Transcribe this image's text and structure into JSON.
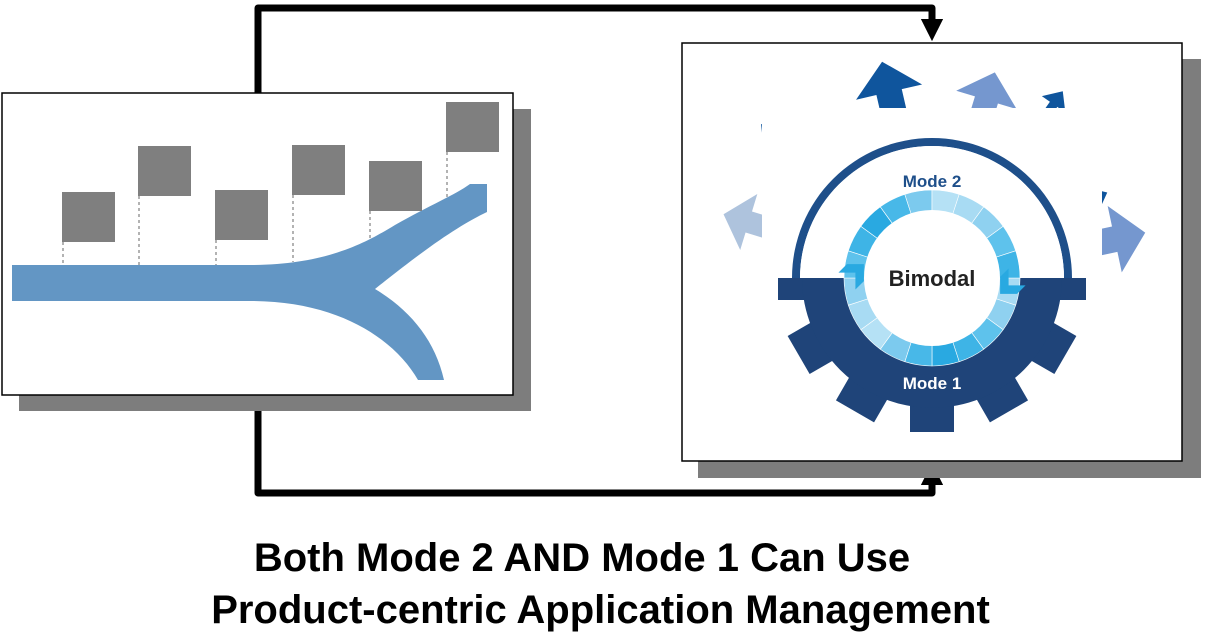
{
  "diagram": {
    "center_label": "Bimodal",
    "upper_label": "Mode 2",
    "lower_label": "Mode 1",
    "colors": {
      "road": "#6396c4",
      "flag": "#7f7f7f",
      "gear": "#1f4479",
      "mode2_ring": "#1e4f8a",
      "arrow_dark": "#0f559d",
      "arrow_mid": "#7597cf",
      "arrow_light": "#aec3dd",
      "ring_cyan": "#29a9e1",
      "ring_light": "#a8dbf3"
    },
    "flags": [
      {
        "name": "flag-1"
      },
      {
        "name": "flag-2"
      },
      {
        "name": "flag-3"
      },
      {
        "name": "flag-4"
      },
      {
        "name": "flag-5"
      },
      {
        "name": "flag-6"
      }
    ]
  },
  "caption": {
    "line1": "Both Mode 2 AND Mode 1 Can Use",
    "line2": "Product-centric Application Management"
  }
}
